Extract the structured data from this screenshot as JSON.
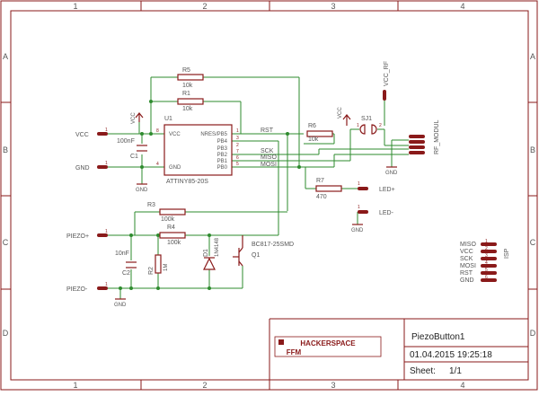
{
  "frame": {
    "cols": [
      "1",
      "2",
      "3",
      "4"
    ],
    "rows": [
      "A",
      "B",
      "C",
      "D"
    ]
  },
  "title_block": {
    "logo_text": [
      "HACKERSPACE",
      "FFM"
    ],
    "title": "PiezoButton1",
    "date": "01.04.2015 19:25:18",
    "sheet_label": "Sheet:",
    "sheet_value": "1/1"
  },
  "parts": {
    "u1": {
      "ref": "U1",
      "value": "ATTINY85-20S",
      "pins_left": [
        "VCC",
        "GND"
      ],
      "pins_right": [
        "NRES/PB5",
        "PB4",
        "PB3",
        "PB2",
        "PB1",
        "PB0"
      ],
      "pin_numbers": [
        "8",
        "4",
        "1",
        "3",
        "2",
        "7",
        "6",
        "5"
      ]
    },
    "r5": {
      "ref": "R5",
      "value": "10k"
    },
    "r1": {
      "ref": "R1",
      "value": "10k"
    },
    "r6": {
      "ref": "R6",
      "value": "10k"
    },
    "r7": {
      "ref": "R7",
      "value": "470"
    },
    "r3": {
      "ref": "R3",
      "value": "100k"
    },
    "r4": {
      "ref": "R4",
      "value": "100k"
    },
    "r2": {
      "ref": "R2",
      "value": "1M"
    },
    "c1": {
      "ref": "C1",
      "value": "100nF"
    },
    "c2": {
      "ref": "C2",
      "value": "10nF"
    },
    "d1": {
      "ref": "D1",
      "value": "1N4148"
    },
    "q1": {
      "ref": "Q1",
      "value": "BC817-25SMD"
    },
    "sj1": {
      "ref": "SJ1"
    }
  },
  "nets": {
    "vcc": "VCC",
    "gnd": "GND",
    "vcc_rf": "VCC_RF",
    "rst": "RST",
    "sck": "SCK",
    "miso": "MISO",
    "mosi": "MOSI",
    "piezo_plus": "PIEZO+",
    "piezo_minus": "PIEZO-",
    "led_plus": "LED+",
    "led_minus": "LED-",
    "rf_modul": "RF_MODUL",
    "isp": "ISP"
  },
  "pin_numbers": {
    "one": "1",
    "two": "2",
    "three": "3",
    "four": "4",
    "five": "5",
    "six": "6"
  },
  "isp_pins": [
    "MISO",
    "VCC",
    "SCK",
    "MOSI",
    "RST",
    "GND"
  ],
  "colors": {
    "part": "#8a1a1a",
    "wire": "#2e8b2e",
    "text": "#555555"
  }
}
